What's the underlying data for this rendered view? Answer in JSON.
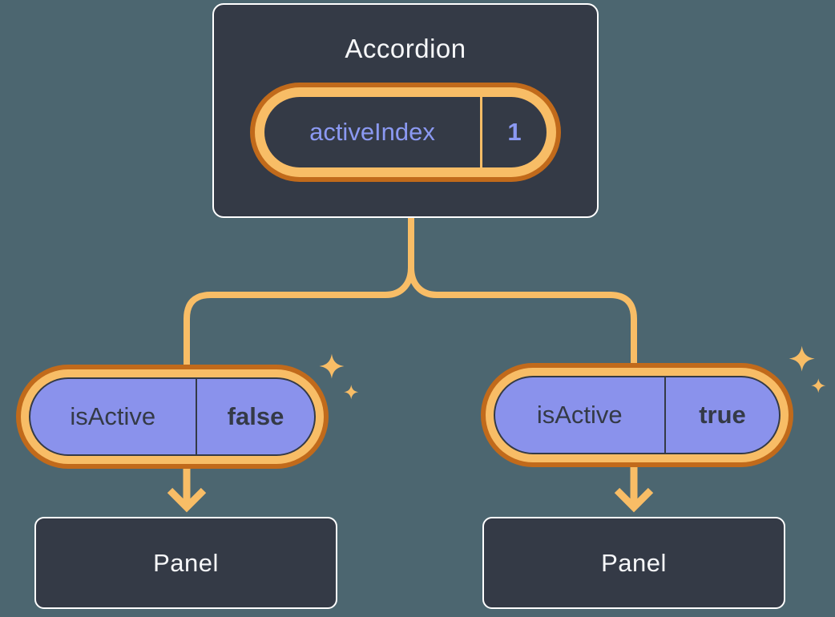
{
  "diagram": {
    "root": {
      "title": "Accordion",
      "state": {
        "name": "activeIndex",
        "value": "1"
      }
    },
    "children": [
      {
        "id": "left",
        "state": {
          "name": "isActive",
          "value": "false"
        },
        "panel_label": "Panel"
      },
      {
        "id": "right",
        "state": {
          "name": "isActive",
          "value": "true"
        },
        "panel_label": "Panel"
      }
    ]
  },
  "icons": {
    "sparkles": "sparkles-icon"
  },
  "colors": {
    "background": "#4C6670",
    "node_fill": "#343A46",
    "node_border": "#FFFFFF",
    "text_light": "#F6F7F9",
    "text_dark": "#343A46",
    "orange_dark": "#C16A1B",
    "orange_light": "#F8BD66",
    "purple_fill": "#8A92EC",
    "purple_text": "#8B99F2"
  }
}
